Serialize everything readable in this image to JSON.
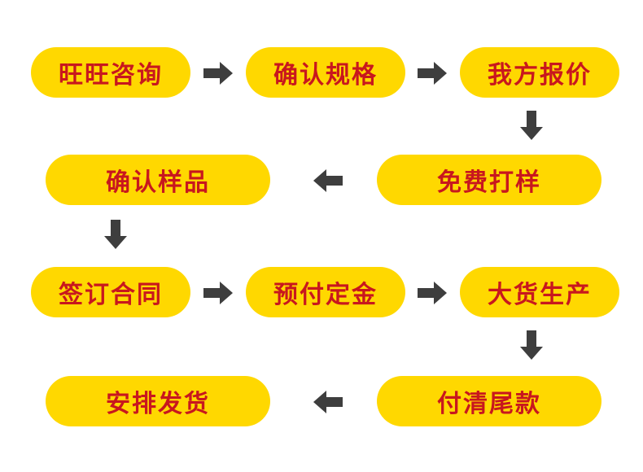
{
  "colors": {
    "pill": "#FFD800",
    "text": "#C8171E",
    "arrow": "#3E3E3E"
  },
  "steps": [
    {
      "label": "旺旺咨询"
    },
    {
      "label": "确认规格"
    },
    {
      "label": "我方报价"
    },
    {
      "label": "免费打样"
    },
    {
      "label": "确认样品"
    },
    {
      "label": "签订合同"
    },
    {
      "label": "预付定金"
    },
    {
      "label": "大货生产"
    },
    {
      "label": "付清尾款"
    },
    {
      "label": "安排发货"
    }
  ],
  "icons": {
    "right": "arrow-right-icon",
    "left": "arrow-left-icon",
    "down": "arrow-down-icon"
  }
}
